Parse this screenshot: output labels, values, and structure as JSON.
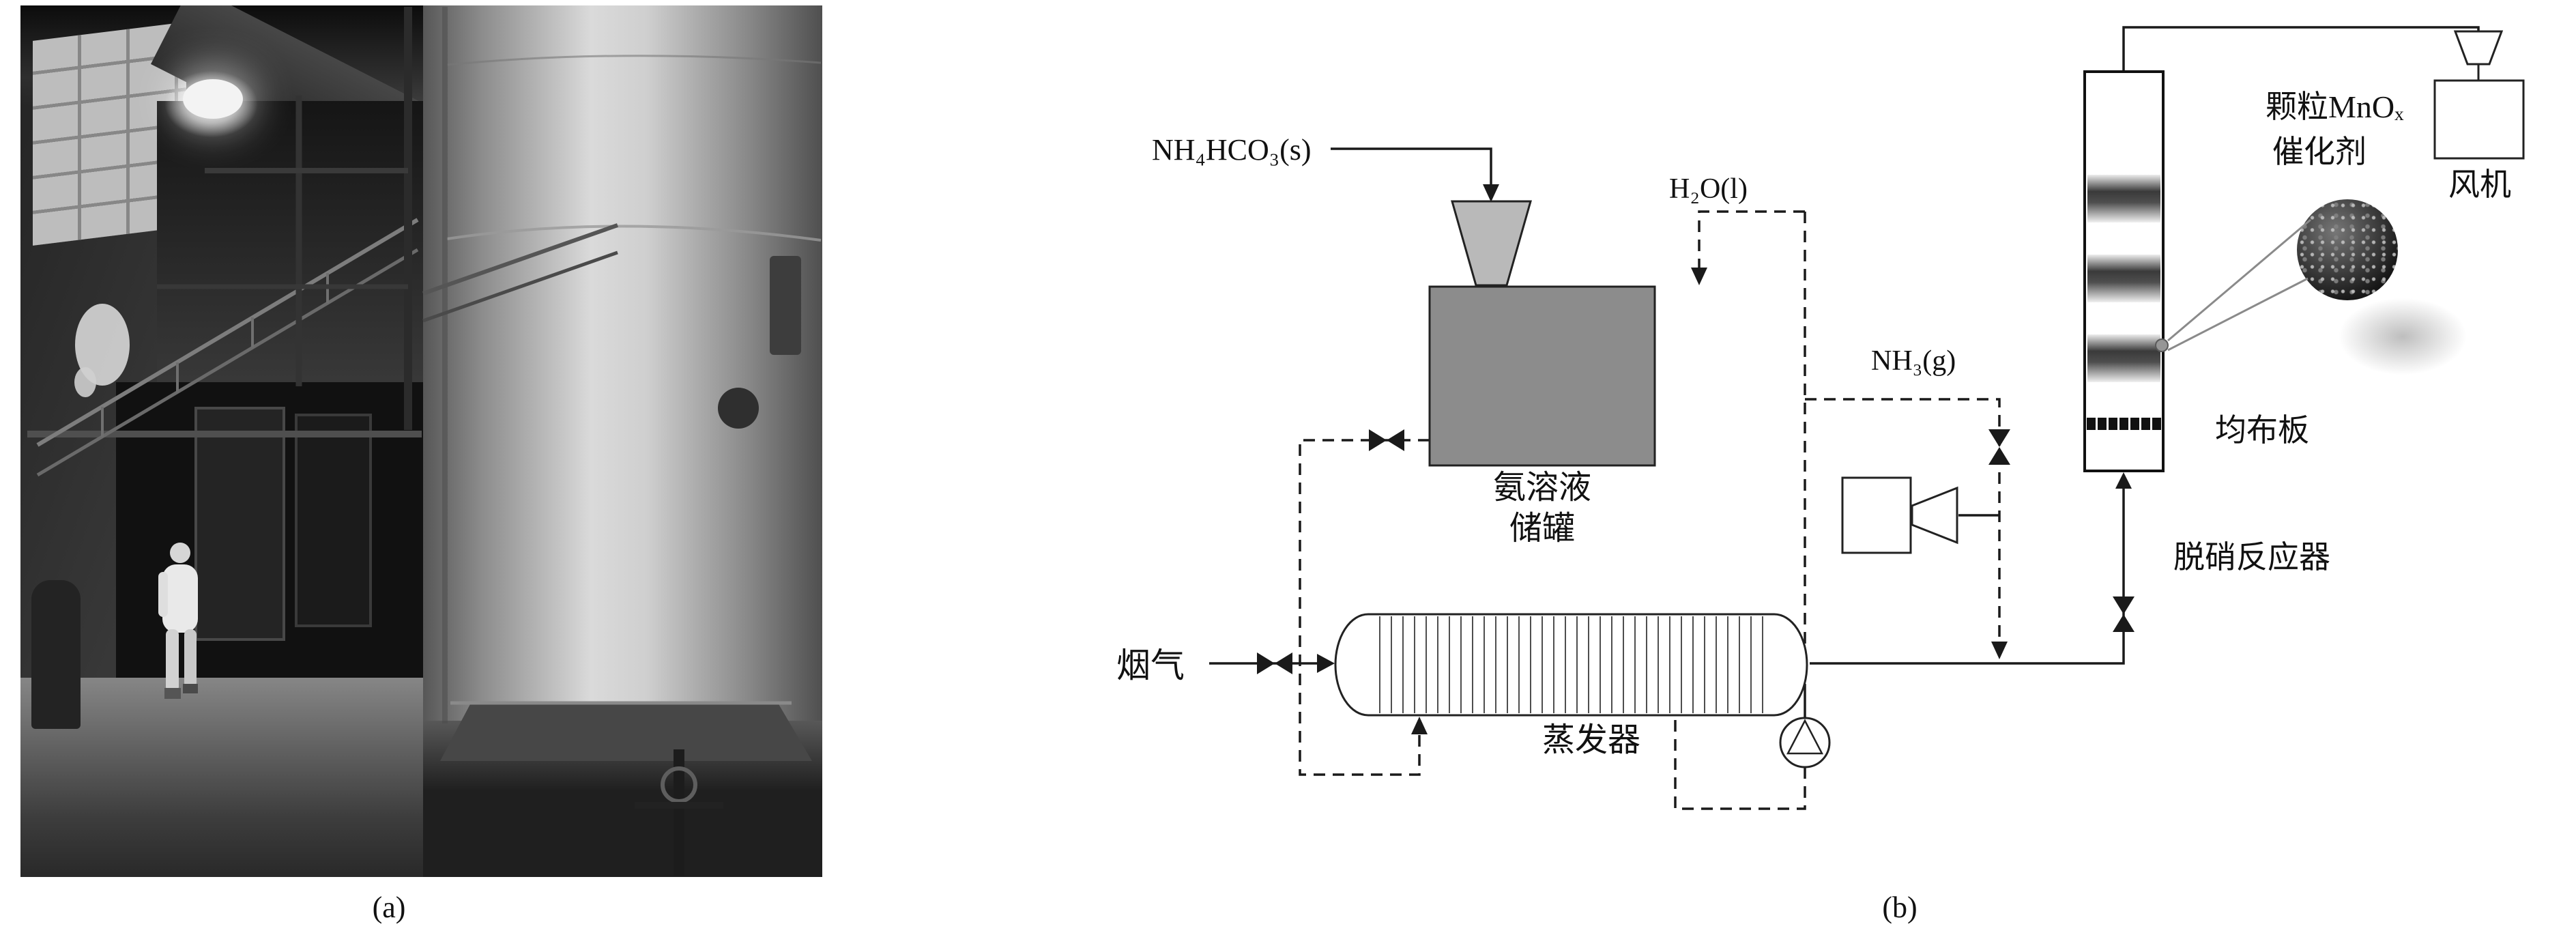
{
  "figure": {
    "caption_a": "(a)",
    "caption_b": "(b)"
  },
  "diagram": {
    "labels": {
      "flue_gas": "烟气",
      "nh4hco3_feed": "NH₄HCO₃(s)",
      "water_feed": "H₂O(l)",
      "ammonia_gas": "NH₃(g)",
      "ammonia_tank_line1": "氨溶液",
      "ammonia_tank_line2": "储罐",
      "evaporator": "蒸发器",
      "denitration_reactor": "脱硝反应器",
      "distribution_plate": "均布板",
      "catalyst_line1": "颗粒MnOₓ",
      "catalyst_line2": "催化剂",
      "fan": "风机"
    },
    "colors": {
      "line": "#1a1a1a",
      "tank_fill": "#8c8c8c",
      "hopper_fill": "#b9b9b9"
    }
  }
}
